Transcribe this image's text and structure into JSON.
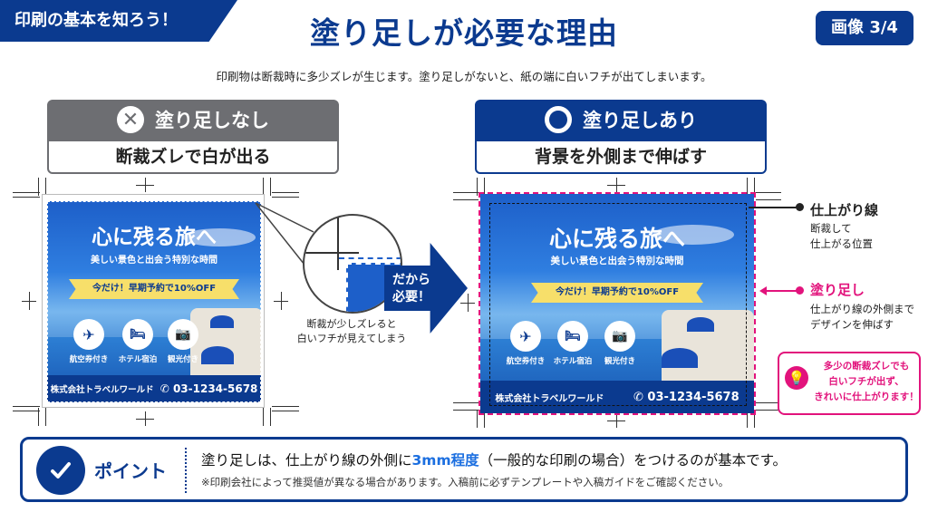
{
  "header": {
    "series_tag": "印刷の基本を知ろう！",
    "title": "塗り足しが必要な理由",
    "page_badge": "画像 3/4",
    "subtitle": "印刷物は断裁時に多少ズレが生じます。塗り足しがないと、紙の端に白いフチが出てしまいます。"
  },
  "left_panel": {
    "header": "塗り足しなし",
    "subheader": "断裁ズレで白が出る",
    "icon": "x-circle-icon",
    "zoom_note_line1": "断裁が少しズレると",
    "zoom_note_line2": "白いフチが見えてしまう"
  },
  "arrow": {
    "line1": "だから",
    "line2": "必要！"
  },
  "right_panel": {
    "header": "塗り足しあり",
    "subheader": "背景を外側まで伸ばす",
    "icon": "o-circle-icon",
    "trim_label": "仕上がり線",
    "trim_desc_line1": "断裁して",
    "trim_desc_line2": "仕上がる位置",
    "bleed_label": "塗り足し",
    "bleed_desc_line1": "仕上がり線の外側まで",
    "bleed_desc_line2": "デザインを伸ばす",
    "tip_line1": "多少の断裁ズレでも",
    "tip_line2": "白いフチが出ず、",
    "tip_line3": "きれいに仕上がります！"
  },
  "ad_card": {
    "title": "心に残る旅へ",
    "subtitle": "美しい景色と出会う特別な時間",
    "ribbon": "今だけ！早期予約で10%OFF",
    "features": [
      {
        "icon": "airplane-icon",
        "label": "航空券付き"
      },
      {
        "icon": "bed-icon",
        "label": "ホテル宿泊"
      },
      {
        "icon": "camera-icon",
        "label": "観光付き"
      }
    ],
    "company": "株式会社トラベルワールド",
    "phone": "03-1234-5678",
    "phone_icon": "phone-icon"
  },
  "point": {
    "label": "ポイント",
    "main_before": "塗り足しは、仕上がり線の外側に",
    "main_highlight": "3mm程度",
    "main_after": "（一般的な印刷の場合）をつけるのが基本です。",
    "note": "※印刷会社によって推奨値が異なる場合があります。入稿前に必ずテンプレートや入稿ガイドをご確認ください。"
  },
  "colors": {
    "brand_navy": "#0b3a8f",
    "accent_pink": "#e2137c",
    "accent_blue": "#1c6fe0",
    "ribbon_yellow": "#f7df6a",
    "gray_header": "#6d6e72"
  }
}
